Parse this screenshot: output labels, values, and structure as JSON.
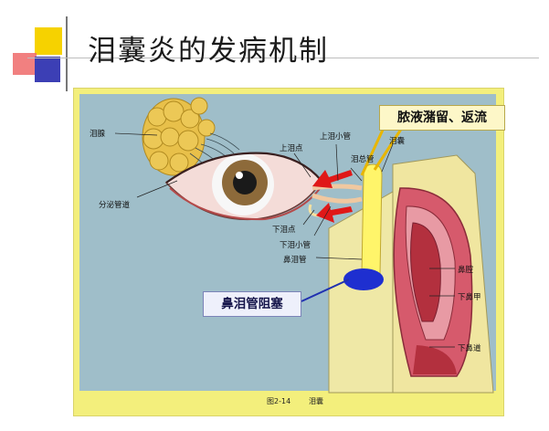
{
  "slide": {
    "title": "泪囊炎的发病机制"
  },
  "diagram": {
    "labels": {
      "lacrimal_gland": "泪腺",
      "secretory_duct": "分泌管道",
      "upper_punctum": "上泪点",
      "upper_canaliculus": "上泪小管",
      "lacrimal_sac": "泪囊",
      "common_canaliculus": "泪总管",
      "lower_punctum": "下泪点",
      "lower_canaliculus": "下泪小管",
      "nasolacrimal_duct": "鼻泪管",
      "nasal_cavity": "鼻腔",
      "inferior_turbinate": "下鼻甲",
      "inferior_meatus": "下鼻道"
    },
    "callouts": {
      "reflux": "脓液潴留、返流",
      "obstruction": "鼻泪管阻塞"
    },
    "caption": {
      "figure_no": "图2-14",
      "name": "泪囊"
    }
  }
}
